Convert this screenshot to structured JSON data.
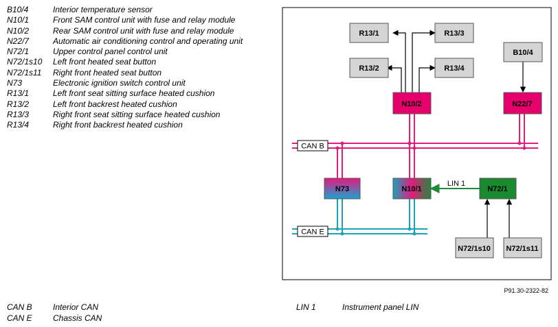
{
  "legend_top": [
    {
      "code": "B10/4",
      "desc": "Interior temperature sensor"
    },
    {
      "code": "N10/1",
      "desc": "Front SAM control unit with fuse and relay module"
    },
    {
      "code": "N10/2",
      "desc": "Rear SAM control unit with fuse and relay module"
    },
    {
      "code": "N22/7",
      "desc": "Automatic air conditioning control and operating unit"
    },
    {
      "code": "N72/1",
      "desc": "Upper control panel control unit"
    },
    {
      "code": "N72/1s10",
      "desc": "Left front heated seat button"
    },
    {
      "code": "N72/1s11",
      "desc": "Right front heated seat button"
    },
    {
      "code": "N73",
      "desc": "Electronic ignition switch control unit"
    },
    {
      "code": "R13/1",
      "desc": "Left front seat sitting surface heated cushion"
    },
    {
      "code": "R13/2",
      "desc": "Left front backrest heated cushion"
    },
    {
      "code": "R13/3",
      "desc": "Right front seat sitting surface heated cushion"
    },
    {
      "code": "R13/4",
      "desc": "Right front backrest heated cushion"
    }
  ],
  "legend_bottom_left": [
    {
      "code": "CAN B",
      "desc": "Interior CAN"
    },
    {
      "code": "CAN E",
      "desc": "Chassis CAN"
    }
  ],
  "legend_bottom_right": [
    {
      "code": "LIN 1",
      "desc": "Instrument panel LIN"
    }
  ],
  "reference": "P91.30-2322-82",
  "diagram": {
    "nodes": {
      "r13_1": "R13/1",
      "r13_2": "R13/2",
      "r13_3": "R13/3",
      "r13_4": "R13/4",
      "b10_4": "B10/4",
      "n10_2": "N10/2",
      "n22_7": "N22/7",
      "n73": "N73",
      "n10_1": "N10/1",
      "n72_1": "N72/1",
      "n72_1s10": "N72/1s10",
      "n72_1s11": "N72/1s11"
    },
    "buses": {
      "can_b": "CAN B",
      "can_e": "CAN E",
      "lin_1": "LIN 1"
    },
    "colors": {
      "can_b": "#e6197f",
      "can_e": "#19a3b8",
      "lin": "#1f8a3a",
      "gray_box": "#d4d4d4",
      "magenta_box": "#e6006e",
      "green_box": "#1a8a2e"
    }
  }
}
